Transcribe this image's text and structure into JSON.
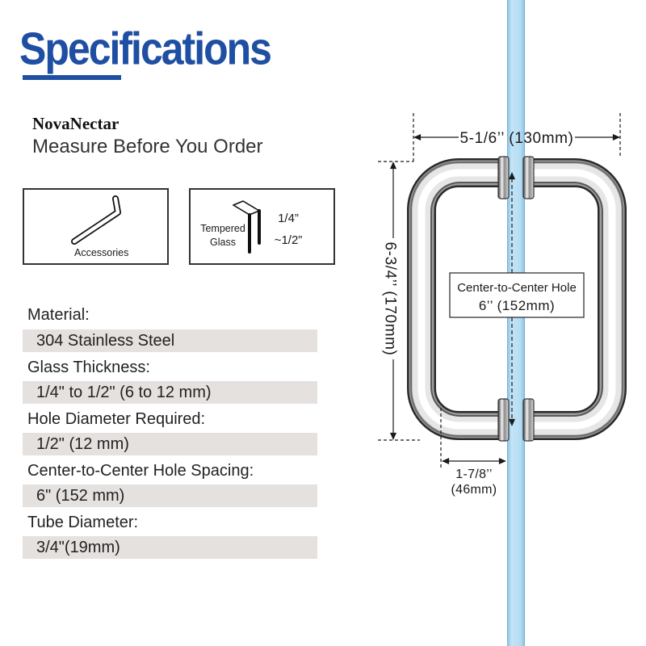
{
  "title": "Specifications",
  "brand": "NovaNectar",
  "tagline": "Measure Before You Order",
  "accessories_box": {
    "label": "Accessories",
    "icon": "allen-key-icon"
  },
  "glass_box": {
    "label_line1": "Tempered",
    "label_line2": "Glass",
    "thickness_line1": "1/4”",
    "thickness_line2": "~1/2”",
    "icon": "glass-panel-icon"
  },
  "specs": [
    {
      "label": "Material:",
      "value": "304 Stainless Steel"
    },
    {
      "label": "Glass Thickness:",
      "value": "1/4\" to 1/2\" (6 to 12 mm)"
    },
    {
      "label": "Hole Diameter Required:",
      "value": "1/2\" (12 mm)"
    },
    {
      "label": "Center-to-Center Hole Spacing:",
      "value": "6\" (152 mm)"
    },
    {
      "label": "Tube Diameter:",
      "value": "3/4\"(19mm)"
    }
  ],
  "diagram": {
    "overall_width": "5-1/6’’ (130mm)",
    "overall_height": "6-3/4’’ (170mm)",
    "center_label": "Center-to-Center Hole",
    "center_value": "6’’ (152mm)",
    "offset_line1": "1-7/8’’",
    "offset_line2": "(46mm)"
  },
  "colors": {
    "title_blue": "#1f4fa2",
    "spec_bar": "#e5e1df",
    "glass": "#b6dcf2",
    "text": "#222222"
  }
}
